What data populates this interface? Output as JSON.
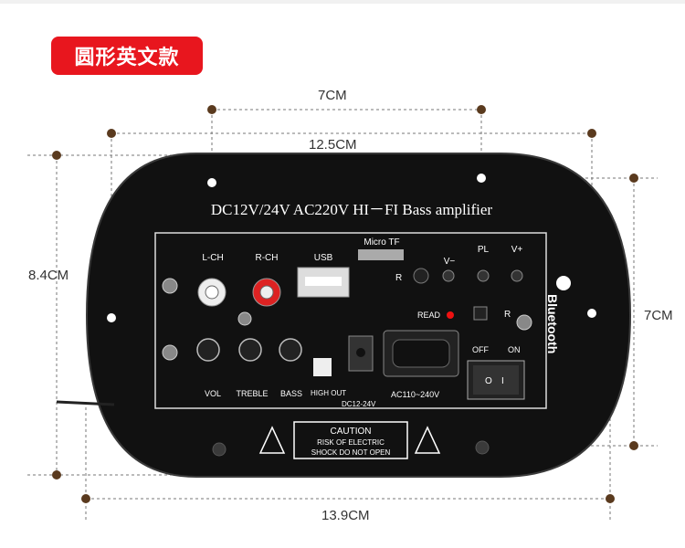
{
  "badge": {
    "label": "圆形英文款"
  },
  "dimensions": {
    "top_width": "7CM",
    "overall_width": "12.5CM",
    "left_height": "8.4CM",
    "right_height": "7CM",
    "bottom_width": "13.9CM"
  },
  "panel": {
    "title": "DC12V/24V AC220V HI－FI Bass amplifier",
    "labels": {
      "l_ch": "L-CH",
      "r_ch": "R-CH",
      "usb": "USB",
      "micro_tf": "Micro TF",
      "v_minus": "V−",
      "pl": "PL",
      "v_plus": "V+",
      "read": "READ",
      "off": "OFF",
      "on": "ON",
      "vol": "VOL",
      "treble": "TREBLE",
      "bass": "BASS",
      "high_out": "HIGH OUT",
      "dc_input": "DC12-24V",
      "ac_input": "AC110~240V",
      "bluetooth": "Bluetooth",
      "r_mark": "R",
      "caution_title": "CAUTION",
      "caution_line1": "RISK OF ELECTRIC",
      "caution_line2": "SHOCK DO NOT OPEN",
      "power_on_mark": "I",
      "power_off_mark": "O"
    }
  },
  "colors": {
    "badge": "#e8161e",
    "panel": "#111111",
    "dim_line": "#777777",
    "dot": "#5a3a1e"
  }
}
